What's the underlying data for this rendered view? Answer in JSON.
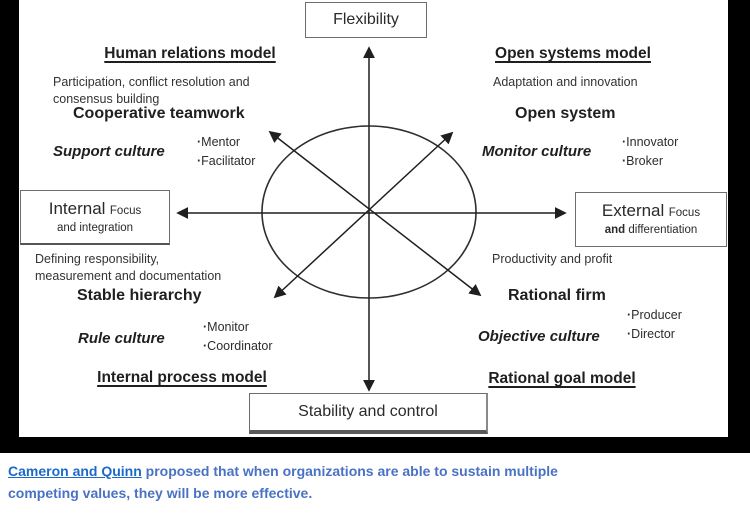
{
  "colors": {
    "background": "#000000",
    "panel": "#ffffff",
    "ink": "#1f1f1f",
    "box_border": "#6e6e6e",
    "caption_link": "#1b6ac9",
    "caption_text": "#4a72c4"
  },
  "axis_boxes": {
    "top": "Flexibility",
    "bottom": "Stability and control",
    "left": {
      "title": "Internal",
      "suffix": "Focus",
      "line2": "and integration"
    },
    "right": {
      "title": "External",
      "suffix": "Focus",
      "line2_bold": "and",
      "line2_rest": "differentiation"
    }
  },
  "quadrants": {
    "top_left": {
      "model": "Human relations model",
      "description": "Participation, conflict resolution and\nconsensus building",
      "structure": "Cooperative teamwork",
      "culture": "Support culture",
      "roles": [
        "Mentor",
        "Facilitator"
      ]
    },
    "top_right": {
      "model": "Open systems model",
      "description": "Adaptation and innovation",
      "structure": "Open system",
      "culture": "Monitor culture",
      "roles": [
        "Innovator",
        "Broker"
      ]
    },
    "bottom_left": {
      "model": "Internal process model",
      "description": "Defining responsibility,\nmeasurement and documentation",
      "structure": "Stable hierarchy",
      "culture": "Rule culture",
      "roles": [
        "Monitor",
        "Coordinator"
      ]
    },
    "bottom_right": {
      "model": "Rational goal model",
      "description": "Productivity and profit",
      "structure": "Rational firm",
      "culture": "Objective culture",
      "roles": [
        "Producer",
        "Director"
      ]
    }
  },
  "caption": {
    "link": "Cameron and Quinn",
    "rest": " proposed that when organizations are able to sustain multiple\ncompeting values, they will be more effective."
  }
}
